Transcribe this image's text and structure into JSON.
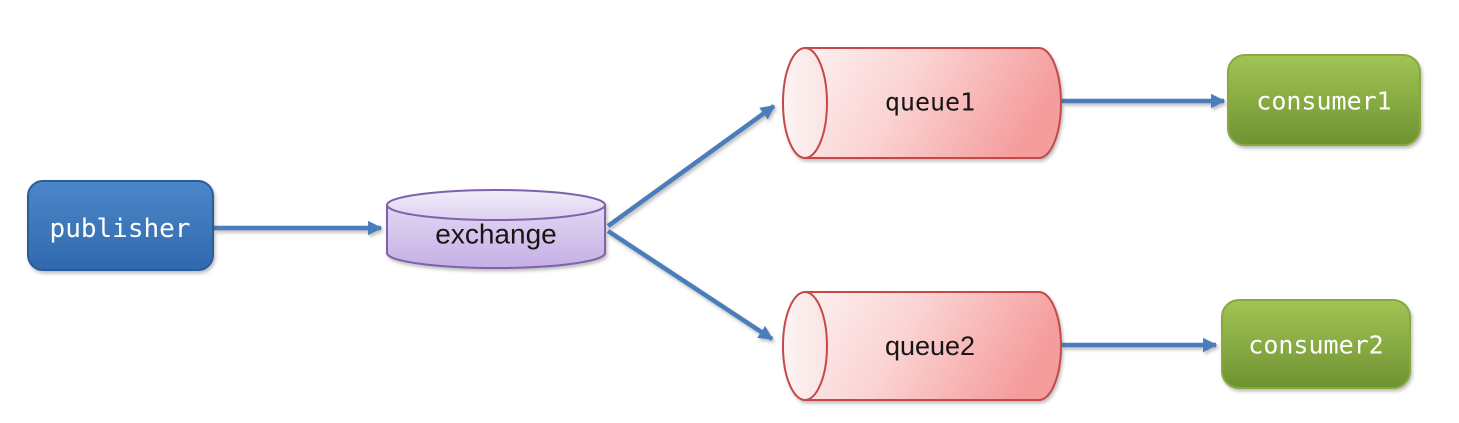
{
  "diagram": {
    "type": "message-broker-topology",
    "background": "#ffffff",
    "arrow_color": "#4a7ebb",
    "nodes": [
      {
        "id": "publisher",
        "label": "publisher",
        "shape": "rounded-rect",
        "fill_top": "#4b87c8",
        "fill_bottom": "#3168ae",
        "border": "#2a5c9c",
        "text_color": "#ffffff"
      },
      {
        "id": "exchange",
        "label": "exchange",
        "shape": "cylinder-vertical",
        "fill_top": "#ece4f8",
        "fill_bottom": "#c6afe5",
        "border": "#7e63ab",
        "text_color": "#141414"
      },
      {
        "id": "queue1",
        "label": "queue1",
        "shape": "cylinder-horizontal",
        "fill_top": "#fdf1f1",
        "fill_bottom": "#f59d9d",
        "border": "#c64a48",
        "text_color": "#141414"
      },
      {
        "id": "queue2",
        "label": "queue2",
        "shape": "cylinder-horizontal",
        "fill_top": "#fdf1f1",
        "fill_bottom": "#f59d9d",
        "border": "#c64a48",
        "text_color": "#141414"
      },
      {
        "id": "consumer1",
        "label": "consumer1",
        "shape": "rounded-rect",
        "fill_top": "#a2c455",
        "fill_bottom": "#6e9231",
        "border": "#87a93f",
        "text_color": "#ffffff"
      },
      {
        "id": "consumer2",
        "label": "consumer2",
        "shape": "rounded-rect",
        "fill_top": "#a2c455",
        "fill_bottom": "#6e9231",
        "border": "#87a93f",
        "text_color": "#ffffff"
      }
    ],
    "edges": [
      {
        "from": "publisher",
        "to": "exchange"
      },
      {
        "from": "exchange",
        "to": "queue1"
      },
      {
        "from": "exchange",
        "to": "queue2"
      },
      {
        "from": "queue1",
        "to": "consumer1"
      },
      {
        "from": "queue2",
        "to": "consumer2"
      }
    ]
  }
}
